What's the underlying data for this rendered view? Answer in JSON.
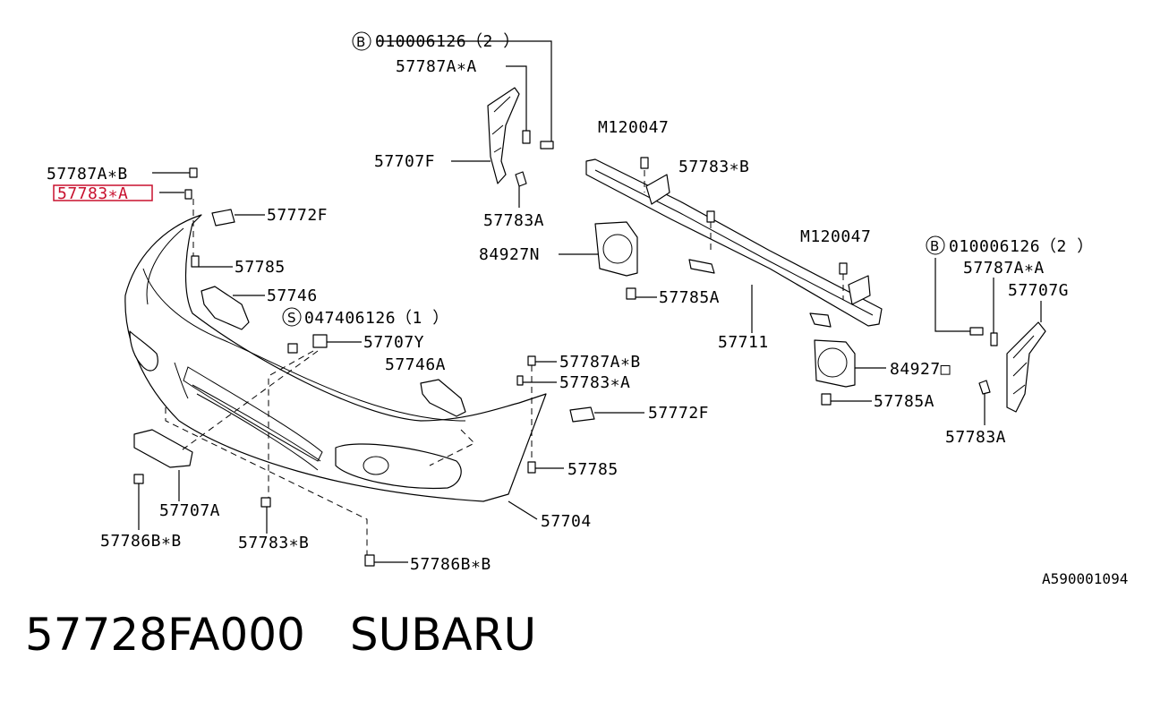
{
  "labels": {
    "l1": "010006126（2 ）",
    "l2": "57787A∗A",
    "l3": "57707F",
    "l4": "57783A",
    "l5": "84927N",
    "l6": "57785A",
    "l7": "M120047",
    "l8": "57783∗B",
    "l9": "57711",
    "l10": "M120047",
    "l11": "010006126（2 ）",
    "l12": "57787A∗A",
    "l13": "57707G",
    "l14": "84927□",
    "l15": "57785A",
    "l16": "57783A",
    "l17": "57787A∗B",
    "l18": "57783∗A",
    "l19": "57772F",
    "l20": "57785",
    "l21": "57746",
    "l22": "047406126（1 ）",
    "l23": "57707Y",
    "l24": "57746A",
    "l25": "57787A∗B",
    "l26": "57783∗A",
    "l27": "57772F",
    "l28": "57785",
    "l29": "57704",
    "l30": "57707A",
    "l31": "57786B∗B",
    "l32": "57783∗B",
    "l33": "57786B∗B"
  },
  "symbols": {
    "bolt": "B",
    "screw": "S"
  },
  "reference_code": "A590001094",
  "footer": {
    "part_number": "57728FA000",
    "brand": "SUBARU"
  },
  "highlight": {
    "label": "57783∗A",
    "color": "#c8102e"
  }
}
